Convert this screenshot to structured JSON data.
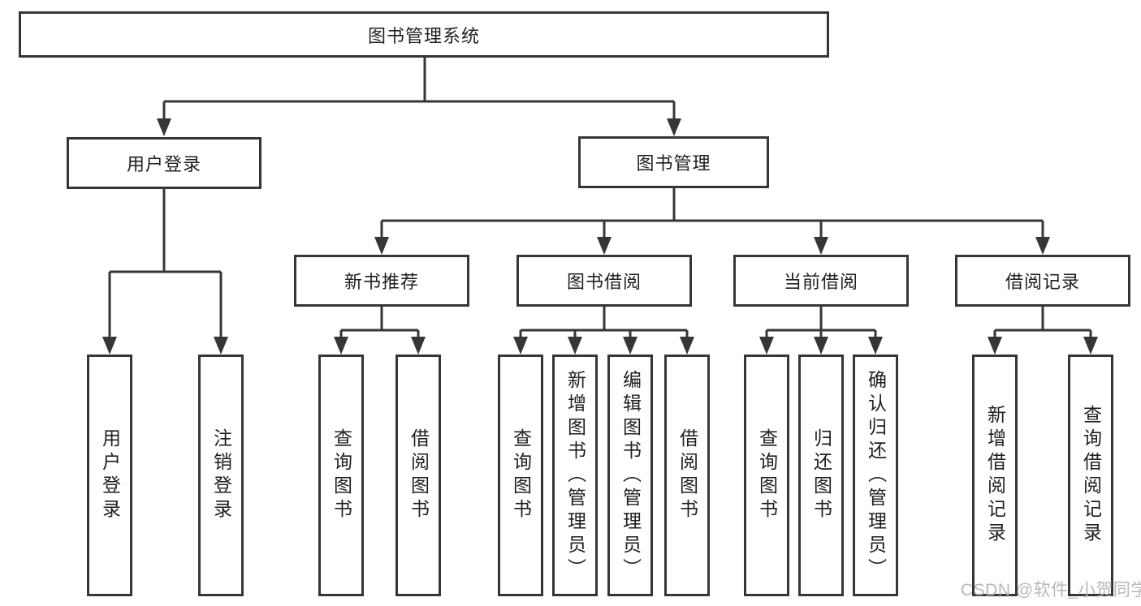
{
  "colors": {
    "line": "#363636",
    "box_border": "#363636",
    "box_background": "#ffffff",
    "text": "#1f1f1f",
    "watermark": "#b5b5b5"
  },
  "diagram": {
    "root": {
      "label": "图书管理系统"
    },
    "branches": [
      {
        "label": "用户登录",
        "children": [
          "用户登录",
          "注销登录"
        ]
      },
      {
        "label": "图书管理",
        "modules": [
          {
            "label": "新书推荐",
            "children": [
              "查询图书",
              "借阅图书"
            ]
          },
          {
            "label": "图书借阅",
            "children": [
              "查询图书",
              "新增图书（管理员）",
              "编辑图书（管理员）",
              "借阅图书"
            ]
          },
          {
            "label": "当前借阅",
            "children": [
              "查询图书",
              "归还图书",
              "确认归还（管理员）"
            ]
          },
          {
            "label": "借阅记录",
            "children": [
              "新增借阅记录",
              "查询借阅记录"
            ]
          }
        ]
      }
    ]
  },
  "watermark": {
    "text": "CSDN @软件_小贺同学"
  }
}
